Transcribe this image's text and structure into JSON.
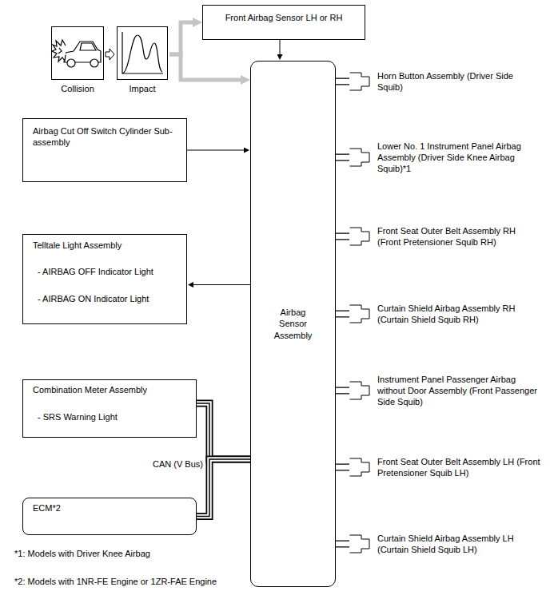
{
  "diagram": {
    "nodes": [
      {
        "text": [
          "Collision"
        ]
      },
      {
        "text": [
          "Impact"
        ]
      },
      {
        "text": [
          "Front Airbag Sensor LH or RH"
        ]
      },
      {
        "text": [
          "Airbag Cut Off Switch Cylinder Sub-assembly"
        ]
      },
      {
        "text": [
          "Telltale Light Assembly",
          "- AIRBAG OFF Indicator Light",
          "- AIRBAG ON Indicator Light"
        ]
      },
      {
        "text": [
          "Airbag Sensor Assembly"
        ]
      },
      {
        "text": [
          "Horn Button Assembly (Driver Side Squib)"
        ]
      },
      {
        "text": [
          "Lower No. 1 Instrument Panel Airbag Assembly (Driver Side Knee Airbag Squib)*1"
        ]
      },
      {
        "text": [
          "Front Seat Outer Belt Assembly RH (Front Pretensioner Squib RH)"
        ]
      },
      {
        "text": [
          "Curtain Shield Airbag Assembly RH (Curtain Shield Squib RH)"
        ]
      },
      {
        "text": [
          "Instrument Panel Passenger Airbag without Door Assembly (Front Passenger Side Squib)"
        ]
      },
      {
        "text": [
          "Front Seat Outer Belt Assembly LH (Front Pretensioner Squib LH)"
        ]
      },
      {
        "text": [
          "Curtain Shield Airbag Assembly LH (Curtain Shield Squib LH)"
        ]
      },
      {
        "text": [
          "Combination Meter Assembly",
          "- SRS Warning Light"
        ]
      },
      {
        "text": [
          "ECM*2"
        ]
      }
    ],
    "edges": [
      {
        "from": 0,
        "to": 1,
        "arrow": "to"
      },
      {
        "from": 1,
        "to": 2,
        "arrow": "to"
      },
      {
        "from": 1,
        "to": 5,
        "arrow": "to"
      },
      {
        "from": 2,
        "to": 5,
        "arrow": "to"
      },
      {
        "from": 3,
        "to": 5,
        "arrow": "to"
      },
      {
        "from": 5,
        "to": 4,
        "arrow": "to"
      },
      {
        "from": 5,
        "to": 6,
        "arrow": "none"
      },
      {
        "from": 5,
        "to": 7,
        "arrow": "none"
      },
      {
        "from": 5,
        "to": 8,
        "arrow": "none"
      },
      {
        "from": 5,
        "to": 9,
        "arrow": "none"
      },
      {
        "from": 5,
        "to": 10,
        "arrow": "none"
      },
      {
        "from": 5,
        "to": 11,
        "arrow": "none"
      },
      {
        "from": 5,
        "to": 12,
        "arrow": "none"
      },
      {
        "from": 13,
        "to": 5,
        "label": "CAN (V Bus)",
        "arrow": "none"
      },
      {
        "from": 14,
        "to": 5,
        "arrow": "none"
      }
    ],
    "labels": [
      "*1: Models with Driver Knee Airbag",
      "*2: Models with 1NR-FE Engine or 1ZR-FAE Engine"
    ]
  }
}
